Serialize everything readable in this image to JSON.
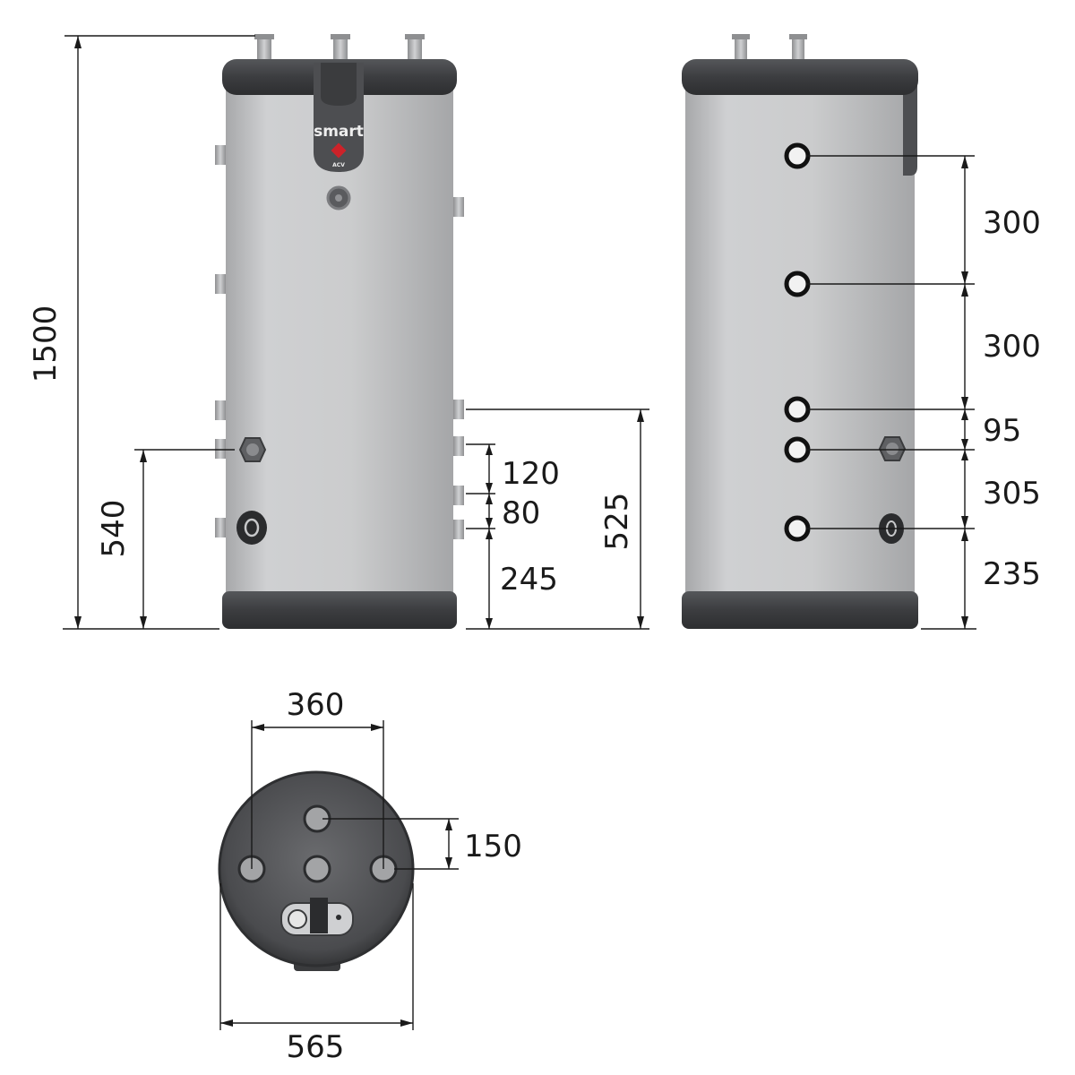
{
  "brand": {
    "product_name": "smart",
    "logo_text": "ACV"
  },
  "colors": {
    "shell": "#c8c9cb",
    "shell_shadow": "#a9aaac",
    "band": "#3d3e40",
    "band_light": "#5a5b5e",
    "fitting": "#a0a1a3",
    "line": "#1a1a1a",
    "logo_red": "#cc2229"
  },
  "front_view": {
    "total_height": "1500",
    "connection_height": "540"
  },
  "side_view": {
    "heights": [
      "120",
      "80",
      "245"
    ],
    "overall": "525"
  },
  "rear_view": {
    "spacings": [
      "300",
      "300",
      "95",
      "305",
      "235"
    ]
  },
  "top_view": {
    "connection_spacing": "360",
    "offset": "150",
    "diameter": "565"
  }
}
